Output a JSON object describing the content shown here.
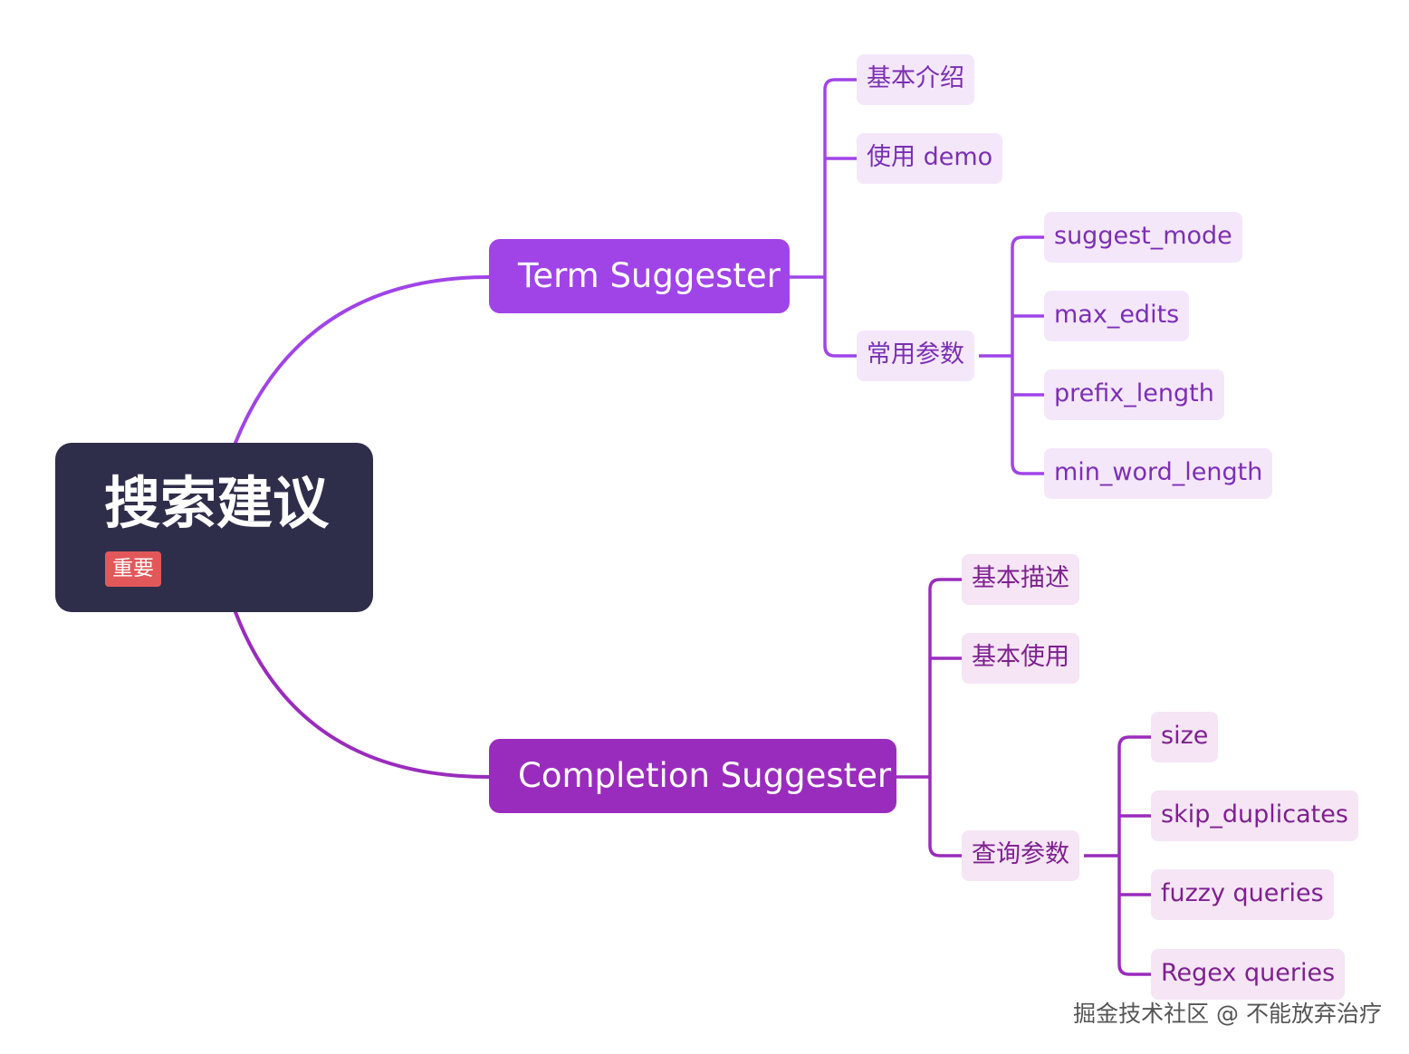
{
  "root": {
    "title": "搜索建议",
    "tag": "重要"
  },
  "branches": [
    {
      "label": "Term Suggester",
      "color": "#a044e8",
      "children": [
        {
          "label": "基本介绍"
        },
        {
          "label": "使用 demo"
        },
        {
          "label": "常用参数",
          "children": [
            {
              "label": "suggest_mode"
            },
            {
              "label": "max_edits"
            },
            {
              "label": "prefix_length"
            },
            {
              "label": "min_word_length"
            }
          ]
        }
      ]
    },
    {
      "label": "Completion Suggester",
      "color": "#9a2cbd",
      "children": [
        {
          "label": "基本描述"
        },
        {
          "label": "基本使用"
        },
        {
          "label": "查询参数",
          "children": [
            {
              "label": "size"
            },
            {
              "label": "skip_duplicates"
            },
            {
              "label": "fuzzy queries"
            },
            {
              "label": "Regex queries"
            }
          ]
        }
      ]
    }
  ],
  "watermark": "掘金技术社区 @ 不能放弃治疗"
}
